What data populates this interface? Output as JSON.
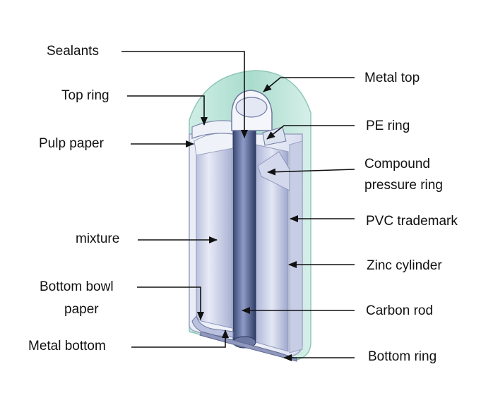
{
  "labels": {
    "sealants": "Sealants",
    "top_ring": "Top ring",
    "pulp_paper": "Pulp paper",
    "mixture": "mixture",
    "bottom_bowl_line1": "Bottom bowl",
    "bottom_bowl_line2": "paper",
    "metal_bottom": "Metal bottom",
    "metal_top": "Metal top",
    "pe_ring": "PE ring",
    "compound_line1": "Compound",
    "compound_line2": "pressure ring",
    "pvc_trademark": "PVC trademark",
    "zinc_cylinder": "Zinc cylinder",
    "carbon_rod": "Carbon rod",
    "bottom_ring": "Bottom ring"
  },
  "colors": {
    "label_cover": "#bfe3d8",
    "cover_edge": "#8fc7b7",
    "zinc_can": "#dfe4f2",
    "mixture": "#c9cfe6",
    "carbon_rod": "#4a5a86",
    "leader_line": "#111111"
  }
}
